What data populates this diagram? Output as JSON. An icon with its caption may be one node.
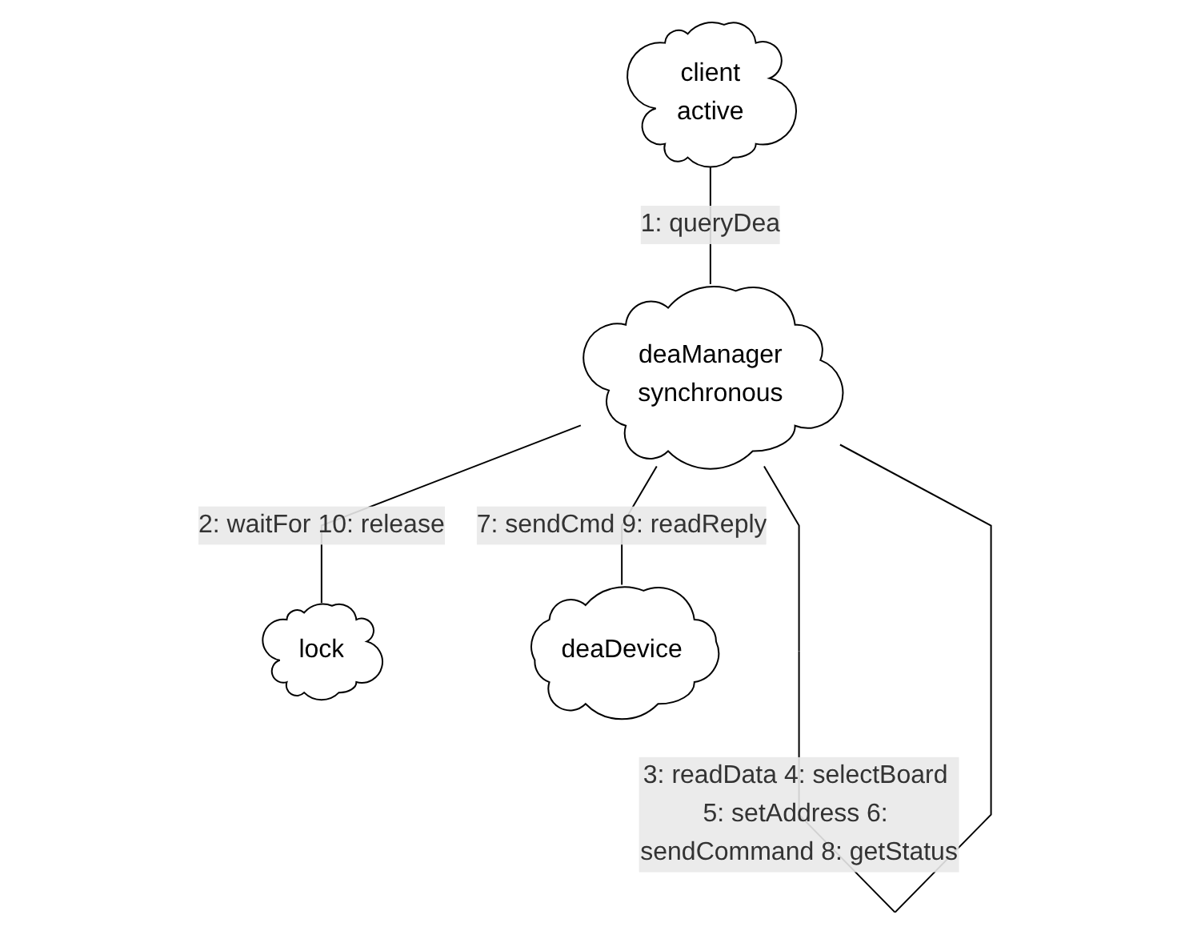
{
  "diagram": {
    "nodes": [
      {
        "text": [
          "client",
          "active"
        ]
      },
      {
        "text": [
          "deaManager",
          "synchronous"
        ]
      },
      {
        "text": [
          "lock"
        ]
      },
      {
        "text": [
          "deaDevice"
        ]
      }
    ],
    "edges": [
      {
        "from": 0,
        "to": 1,
        "label": "1: queryDea",
        "arrow": "none"
      },
      {
        "from": 1,
        "to": 1,
        "label": "3: readData 4: selectBoard 5: setAddress 6: sendCommand 8: getStatus",
        "arrow": "none"
      },
      {
        "from": 1,
        "to": 2,
        "label": "2: waitFor 10: release",
        "arrow": "none"
      },
      {
        "from": 1,
        "to": 3,
        "label": "7: sendCmd 9: readReply",
        "arrow": "none"
      }
    ]
  }
}
